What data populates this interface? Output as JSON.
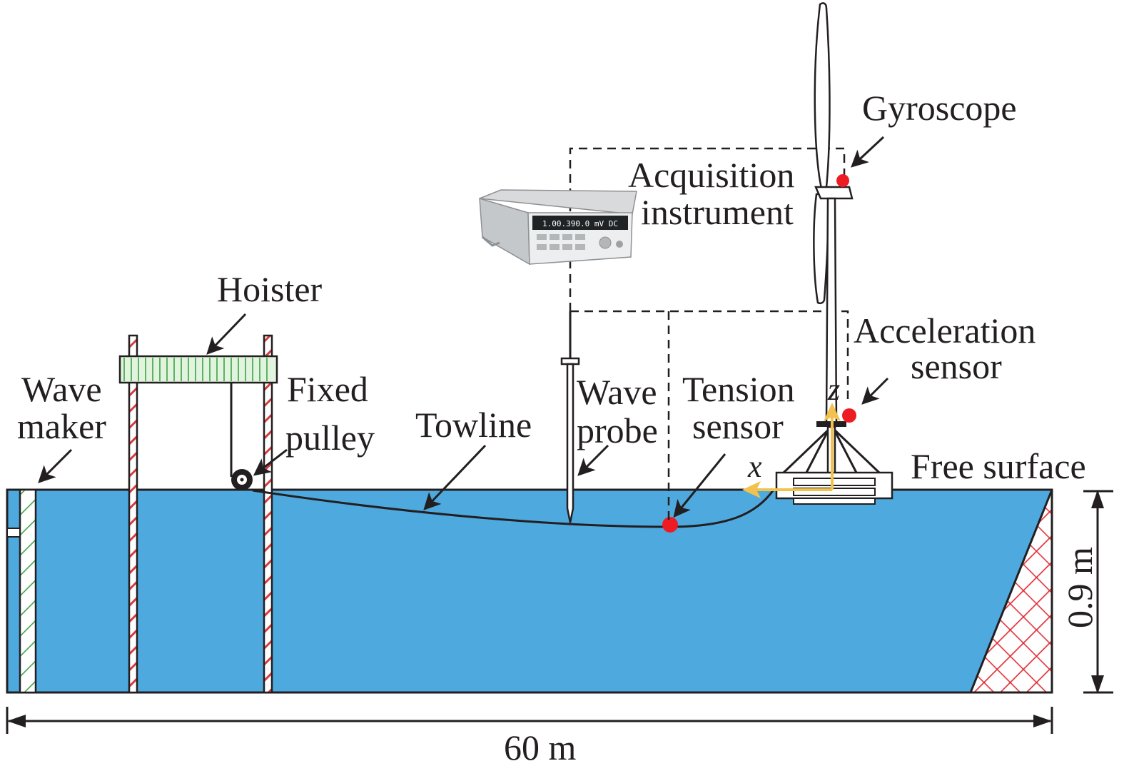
{
  "labels": {
    "gyroscope": "Gyroscope",
    "acquisition_line1": "Acquisition",
    "acquisition_line2": "instrument",
    "hoister": "Hoister",
    "acceleration_line1": "Acceleration",
    "acceleration_line2": "sensor",
    "wave_maker_line1": "Wave",
    "wave_maker_line2": "maker",
    "fixed_pulley_line1": "Fixed",
    "fixed_pulley_line2": "pulley",
    "towline": "Towline",
    "wave_probe_line1": "Wave",
    "wave_probe_line2": "probe",
    "tension_line1": "Tension",
    "tension_line2": "sensor",
    "free_surface": "Free surface",
    "axis_z": "z",
    "axis_x": "x",
    "depth": "0.9 m",
    "length": "60 m",
    "instrument_display": "1.00.390.0 mV DC"
  },
  "colors": {
    "water": "#4ea9df",
    "ink": "#231f20",
    "sensor": "#ed1c24",
    "axis": "#f2c14e",
    "hoister_fill": "#e2f3de",
    "hoister_stripe": "#2e9e3a",
    "post_stripe": "#d93a3a",
    "beach_hatch": "#e0262e"
  }
}
